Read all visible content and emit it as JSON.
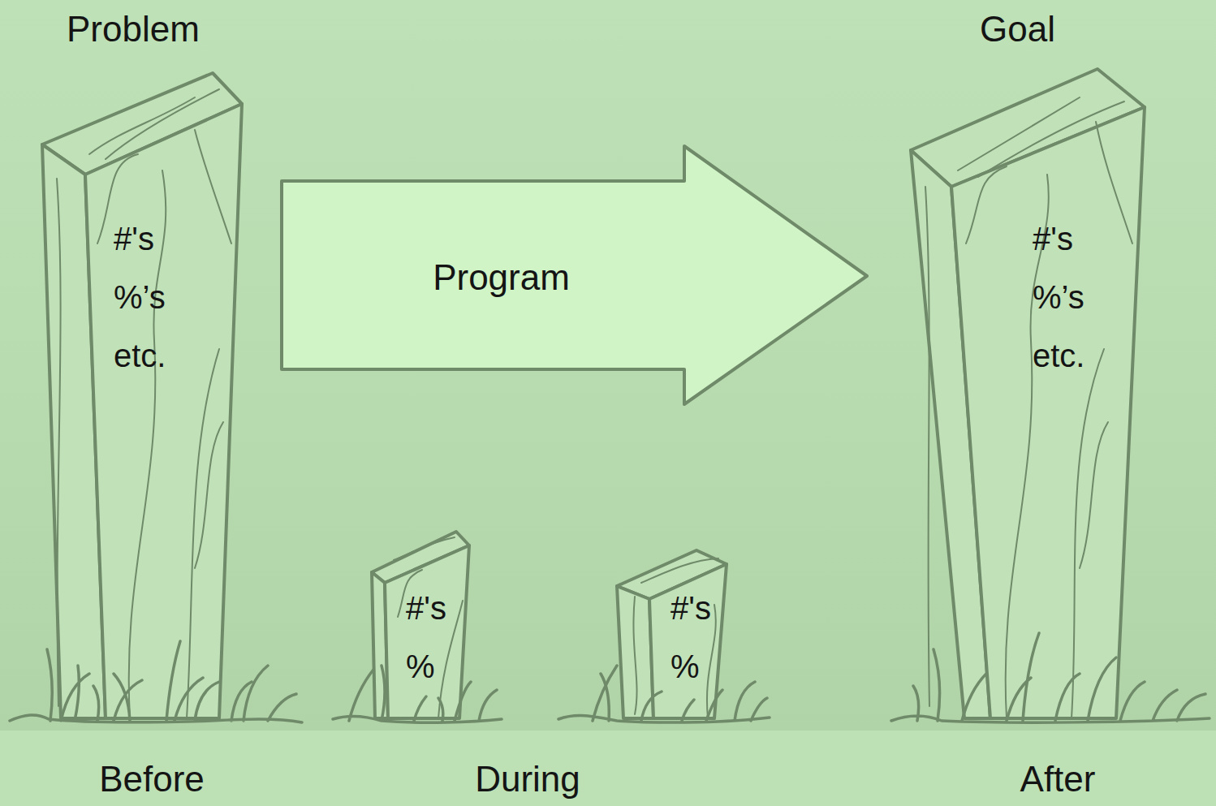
{
  "diagram": {
    "nodes": [
      {
        "text": [
          "Problem",
          "#'s %’s etc."
        ]
      },
      {
        "text": [
          "Program"
        ]
      },
      {
        "text": [
          "Goal",
          "#'s %’s etc."
        ]
      },
      {
        "text": [
          "#'s %"
        ]
      },
      {
        "text": [
          "#'s %"
        ]
      }
    ],
    "labels": [
      "Before",
      "During",
      "After"
    ]
  }
}
